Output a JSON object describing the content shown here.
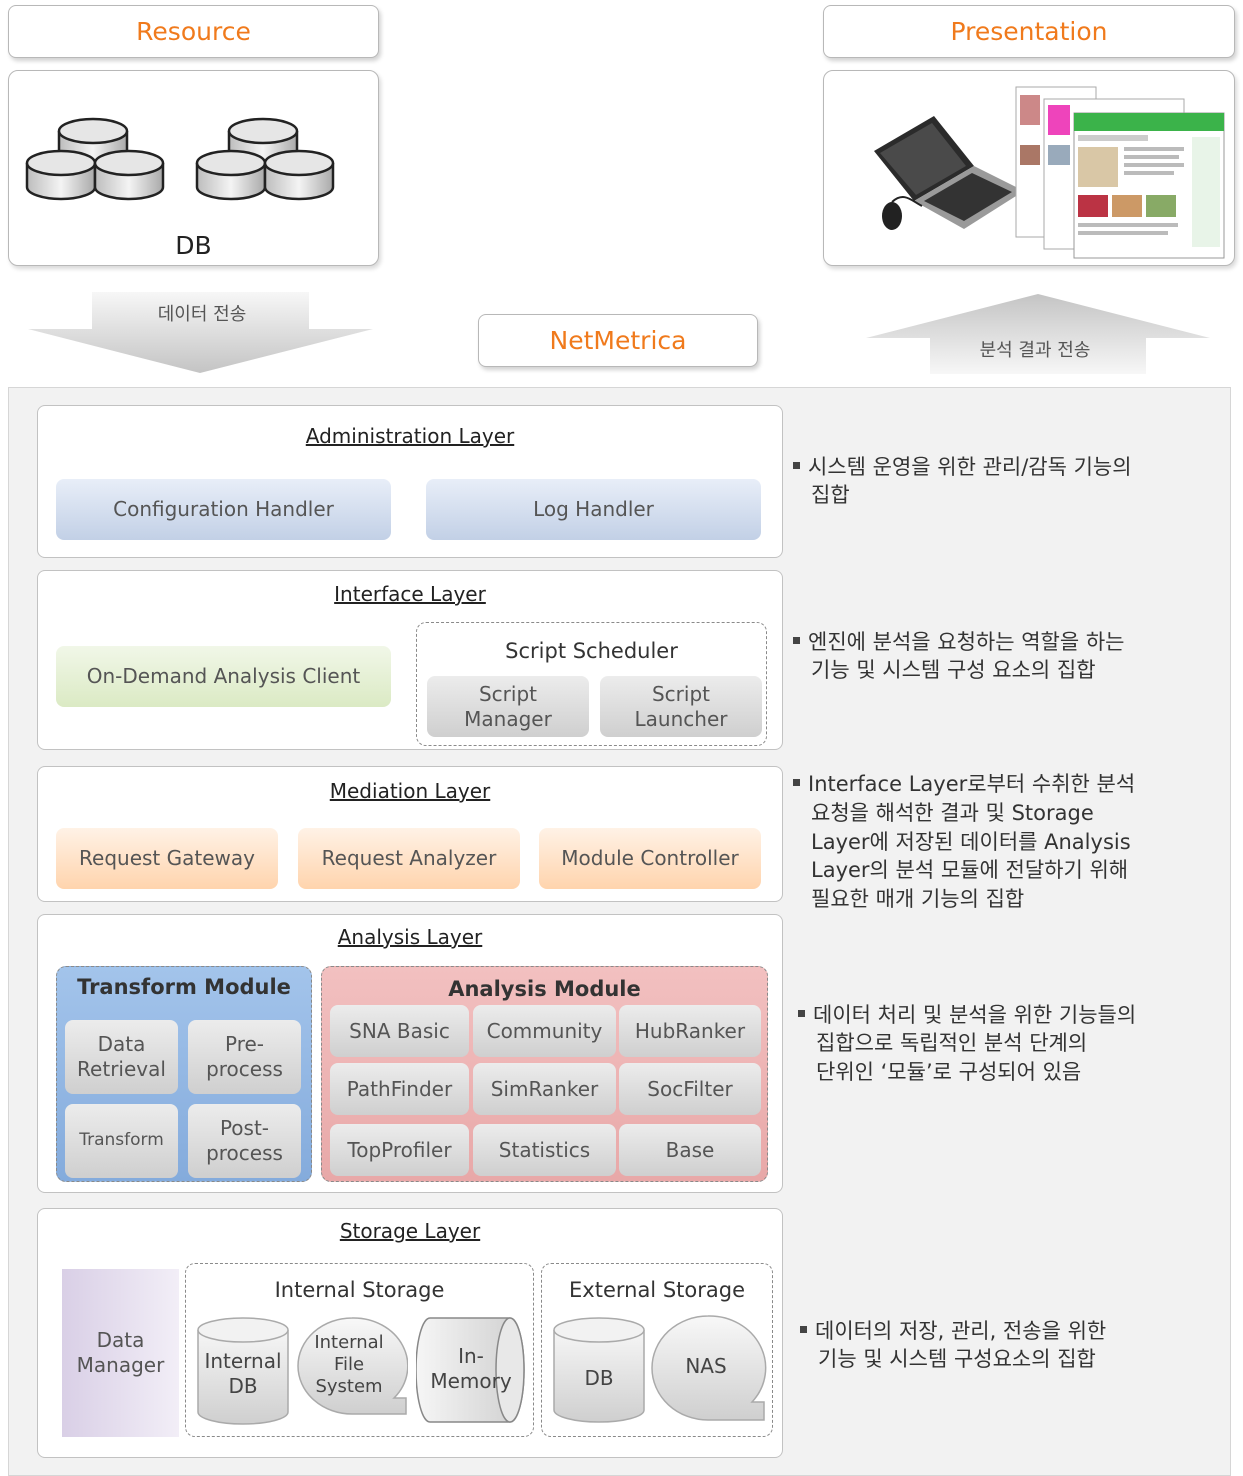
{
  "resource": {
    "title": "Resource",
    "db_label": "DB"
  },
  "presentation": {
    "title": "Presentation"
  },
  "arrows": {
    "down_label": "데이터 전송",
    "up_label": "분석 결과 전송"
  },
  "center": {
    "title": "NetMetrica"
  },
  "admin_layer": {
    "title": "Administration Layer",
    "components": [
      "Configuration Handler",
      "Log Handler"
    ],
    "desc_lines": [
      "시스템 운영을 위한 관리/감독 기능의",
      "집합"
    ]
  },
  "interface_layer": {
    "title": "Interface Layer",
    "client": "On-Demand Analysis Client",
    "scheduler_title": "Script Scheduler",
    "scheduler_items": [
      [
        "Script",
        "Manager"
      ],
      [
        "Script",
        "Launcher"
      ]
    ],
    "desc_lines": [
      "엔진에 분석을 요청하는 역할을 하는",
      "기능 및 시스템 구성 요소의 집합"
    ]
  },
  "mediation_layer": {
    "title": "Mediation Layer",
    "components": [
      "Request Gateway",
      "Request Analyzer",
      "Module Controller"
    ],
    "desc_lines": [
      "Interface Layer로부터 수취한 분석",
      "요청을 해석한 결과 및 Storage",
      "Layer에 저장된 데이터를 Analysis",
      "Layer의 분석 모듈에 전달하기 위해",
      "필요한 매개 기능의 집합"
    ]
  },
  "analysis_layer": {
    "title": "Analysis Layer",
    "transform_title": "Transform Module",
    "transform_items": [
      [
        "Data",
        "Retrieval"
      ],
      [
        "Pre-",
        "process"
      ],
      [
        "Transform"
      ],
      [
        "Post-",
        "process"
      ]
    ],
    "analysis_title": "Analysis Module",
    "analysis_items": [
      "SNA Basic",
      "Community",
      "HubRanker",
      "PathFinder",
      "SimRanker",
      "SocFilter",
      "TopProfiler",
      "Statistics",
      "Base"
    ],
    "desc_lines": [
      "데이터 처리 및 분석을 위한 기능들의",
      "집합으로 독립적인 분석 단계의",
      "단위인 ‘모듈’로 구성되어 있음"
    ]
  },
  "storage_layer": {
    "title": "Storage Layer",
    "data_manager": [
      "Data",
      "Manager"
    ],
    "internal_title": "Internal Storage",
    "internal_db": [
      "Internal",
      "DB"
    ],
    "internal_fs": [
      "Internal",
      "File",
      "System"
    ],
    "in_memory": [
      "In-",
      "Memory"
    ],
    "external_title": "External Storage",
    "external_db": "DB",
    "nas": "NAS",
    "desc_lines": [
      "데이터의 저장, 관리, 전송을 위한",
      "기능 및 시스템 구성요소의 집합"
    ]
  }
}
